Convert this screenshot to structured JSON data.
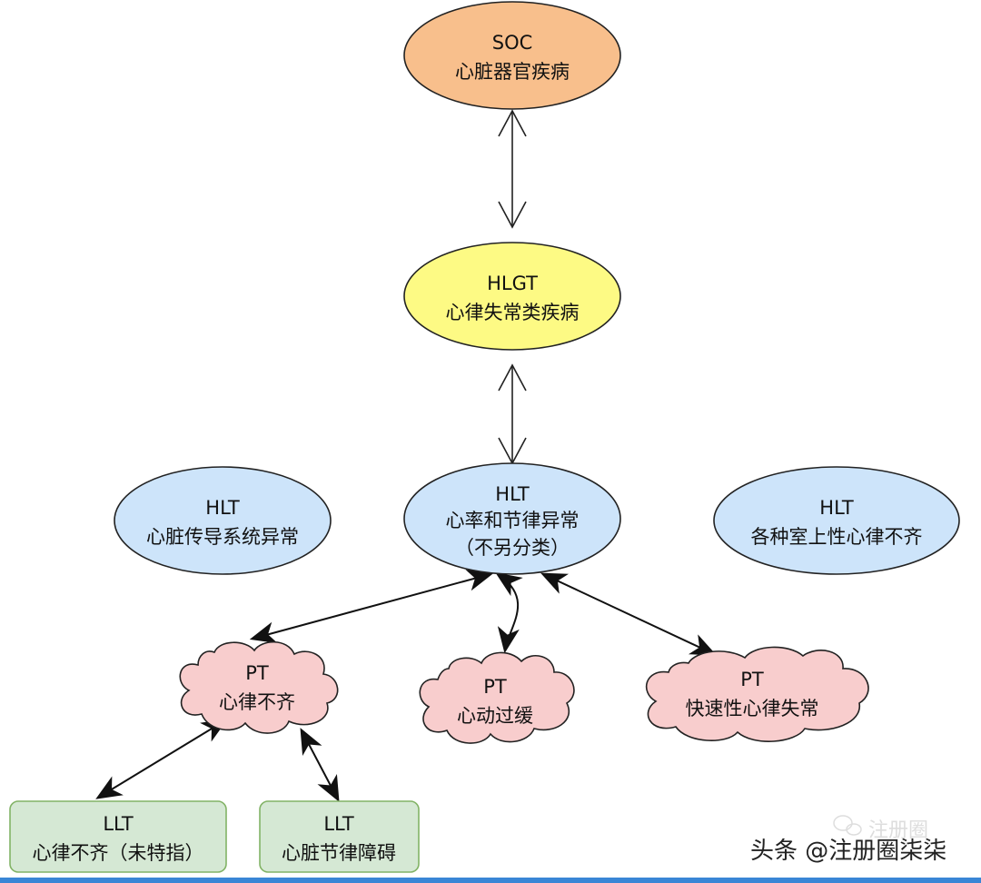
{
  "colors": {
    "soc_fill": "#f8bf8c",
    "hlgt_fill": "#fdfa84",
    "hlt_fill": "#cde4fa",
    "pt_fill": "#f8cdcd",
    "llt_fill": "#d5e8d4",
    "llt_stroke": "#82b366",
    "stroke": "#222222",
    "bottom_bar": "#3a86d6"
  },
  "nodes": {
    "soc": {
      "line1": "SOC",
      "line2": "心脏器官疾病"
    },
    "hlgt": {
      "line1": "HLGT",
      "line2": "心律失常类疾病"
    },
    "hlt_left": {
      "line1": "HLT",
      "line2": "心脏传导系统异常"
    },
    "hlt_center": {
      "line1": "HLT",
      "line2": "心率和节律异常",
      "line3": "（不另分类）"
    },
    "hlt_right": {
      "line1": "HLT",
      "line2": "各种室上性心律不齐"
    },
    "pt_left": {
      "line1": "PT",
      "line2": "心律不齐"
    },
    "pt_center": {
      "line1": "PT",
      "line2": "心动过缓"
    },
    "pt_right": {
      "line1": "PT",
      "line2": "快速性心律失常"
    },
    "llt_left": {
      "line1": "LLT",
      "line2": "心律不齐（未特指）"
    },
    "llt_right": {
      "line1": "LLT",
      "line2": "心脏节律障碍"
    }
  },
  "watermark": {
    "text": "头条 @注册圈柒柒",
    "faint": "注册圈"
  }
}
